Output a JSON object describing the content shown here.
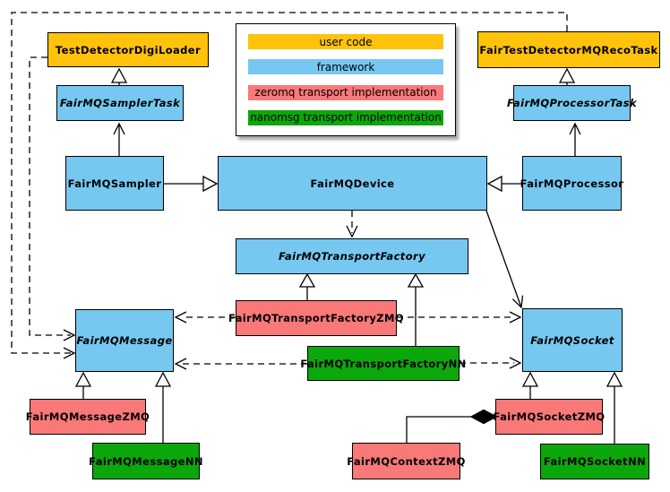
{
  "legend": {
    "items": [
      {
        "label": "user code",
        "color": "#FFC30B",
        "category": "user"
      },
      {
        "label": "framework",
        "color": "#76C8F0",
        "category": "framework"
      },
      {
        "label": "zeromq transport implementation",
        "color": "#F97878",
        "category": "zeromq"
      },
      {
        "label": "nanomsg transport implementation",
        "color": "#0BA70B",
        "category": "nanomsg"
      }
    ]
  },
  "nodes": [
    {
      "label": "TestDetectorDigiLoader",
      "category": "user"
    },
    {
      "label": "FairTestDetectorMQRecoTask",
      "category": "user"
    },
    {
      "label": "FairMQSamplerTask",
      "category": "framework"
    },
    {
      "label": "FairMQProcessorTask",
      "category": "framework"
    },
    {
      "label": "FairMQSampler",
      "category": "framework"
    },
    {
      "label": "FairMQDevice",
      "category": "framework"
    },
    {
      "label": "FairMQProcessor",
      "category": "framework"
    },
    {
      "label": "FairMQTransportFactory",
      "category": "framework"
    },
    {
      "label": "FairMQTransportFactoryZMQ",
      "category": "zeromq"
    },
    {
      "label": "FairMQTransportFactoryNN",
      "category": "nanomsg"
    },
    {
      "label": "FairMQMessage",
      "category": "framework"
    },
    {
      "label": "FairMQSocket",
      "category": "framework"
    },
    {
      "label": "FairMQMessageZMQ",
      "category": "zeromq"
    },
    {
      "label": "FairMQMessageNN",
      "category": "nanomsg"
    },
    {
      "label": "FairMQContextZMQ",
      "category": "zeromq"
    },
    {
      "label": "FairMQSocketZMQ",
      "category": "zeromq"
    },
    {
      "label": "FairMQSocketNN",
      "category": "nanomsg"
    }
  ]
}
